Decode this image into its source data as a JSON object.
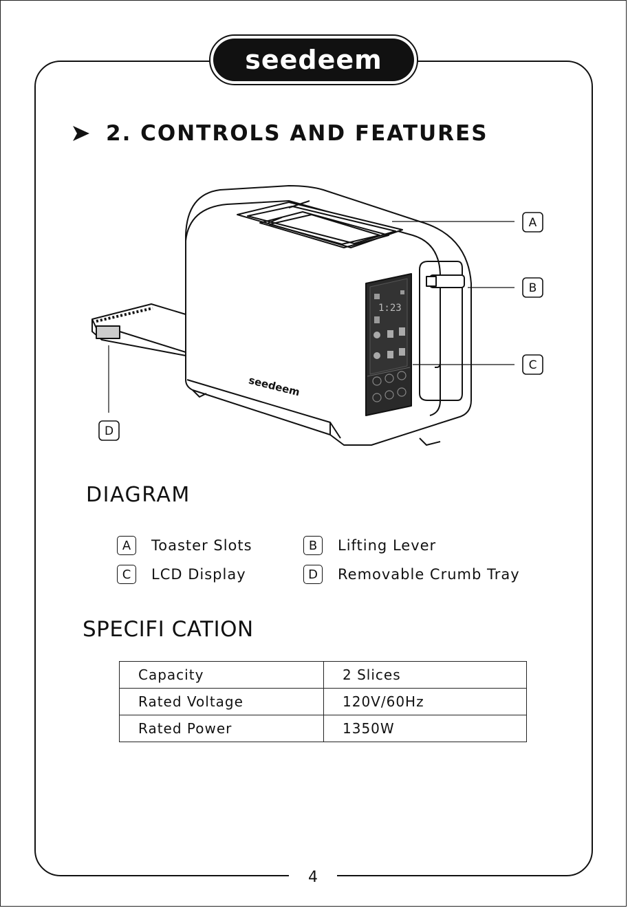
{
  "brand": {
    "name": "seedeem"
  },
  "heading": {
    "text": "2. CONTROLS AND FEATURES",
    "icon": "arrowhead-right-icon"
  },
  "figure": {
    "product_logo": "seedeem",
    "callouts": [
      "A",
      "B",
      "C",
      "D"
    ]
  },
  "diagram": {
    "title": "DIAGRAM",
    "items": [
      {
        "key": "A",
        "label": "Toaster Slots"
      },
      {
        "key": "B",
        "label": "Lifting Lever"
      },
      {
        "key": "C",
        "label": "LCD Display"
      },
      {
        "key": "D",
        "label": "Removable Crumb Tray"
      }
    ]
  },
  "specification": {
    "title": "SPECIFI CATION",
    "rows": [
      {
        "label": "Capacity",
        "value": "2 Slices"
      },
      {
        "label": "Rated Voltage",
        "value": "120V/60Hz"
      },
      {
        "label": "Rated Power",
        "value": "1350W"
      }
    ]
  },
  "page": {
    "number": "4"
  },
  "colors": {
    "ink": "#111111",
    "paper": "#ffffff"
  }
}
